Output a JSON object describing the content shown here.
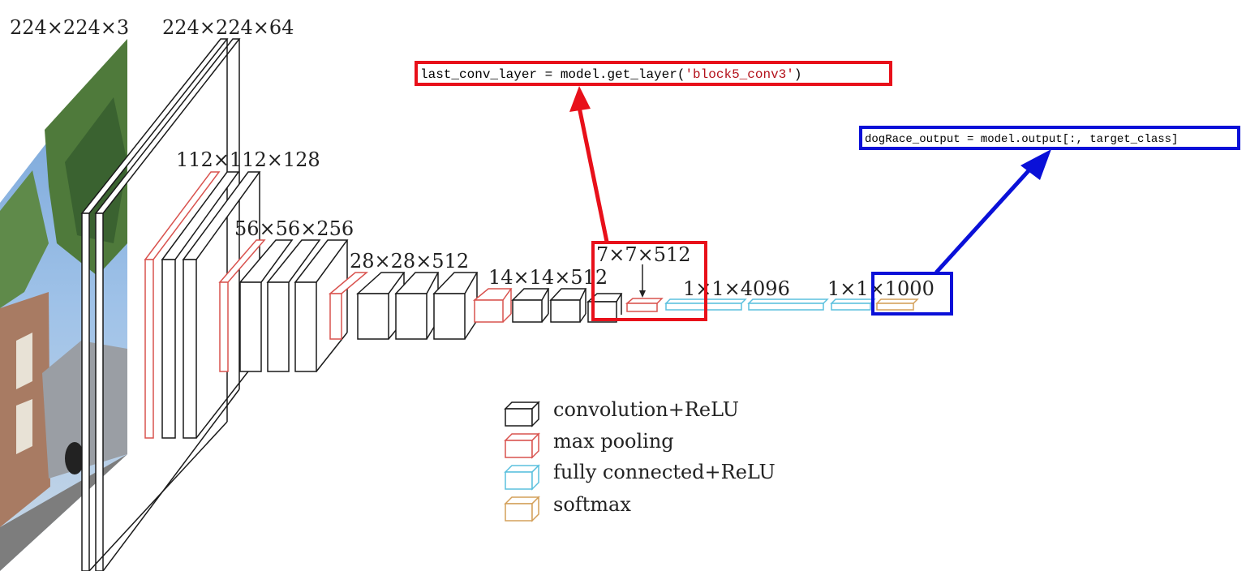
{
  "colors": {
    "conv": "#1a1a1a",
    "pool": "#d9534f",
    "fc": "#5bc0de",
    "softmax": "#d4a05a",
    "highlight_red": "#e8101a",
    "highlight_blue": "#0a10d8"
  },
  "layers": [
    {
      "kind": "input",
      "label": "224×224×3"
    },
    {
      "kind": "conv",
      "label": "224×224×64"
    },
    {
      "kind": "pool",
      "label": "112×112×128"
    },
    {
      "kind": "pool",
      "label": "56×56×256"
    },
    {
      "kind": "pool",
      "label": "28×28×512"
    },
    {
      "kind": "pool",
      "label": "14×14×512"
    },
    {
      "kind": "pool",
      "label": "7×7×512"
    },
    {
      "kind": "fc",
      "label": "1×1×4096"
    },
    {
      "kind": "softmax",
      "label": "1×1×1000"
    }
  ],
  "legend": [
    {
      "kind": "conv",
      "label": "convolution+ReLU"
    },
    {
      "kind": "pool",
      "label": "max pooling"
    },
    {
      "kind": "fc",
      "label": "fully connected+ReLU"
    },
    {
      "kind": "softmax",
      "label": "softmax"
    }
  ],
  "annotations": {
    "last_conv": {
      "code_prefix": "last_conv_layer = model.get_layer(",
      "code_string": "'block5_conv3'",
      "code_suffix": ")"
    },
    "output": {
      "code": "dogRace_output = model.output[:, target_class]"
    }
  }
}
